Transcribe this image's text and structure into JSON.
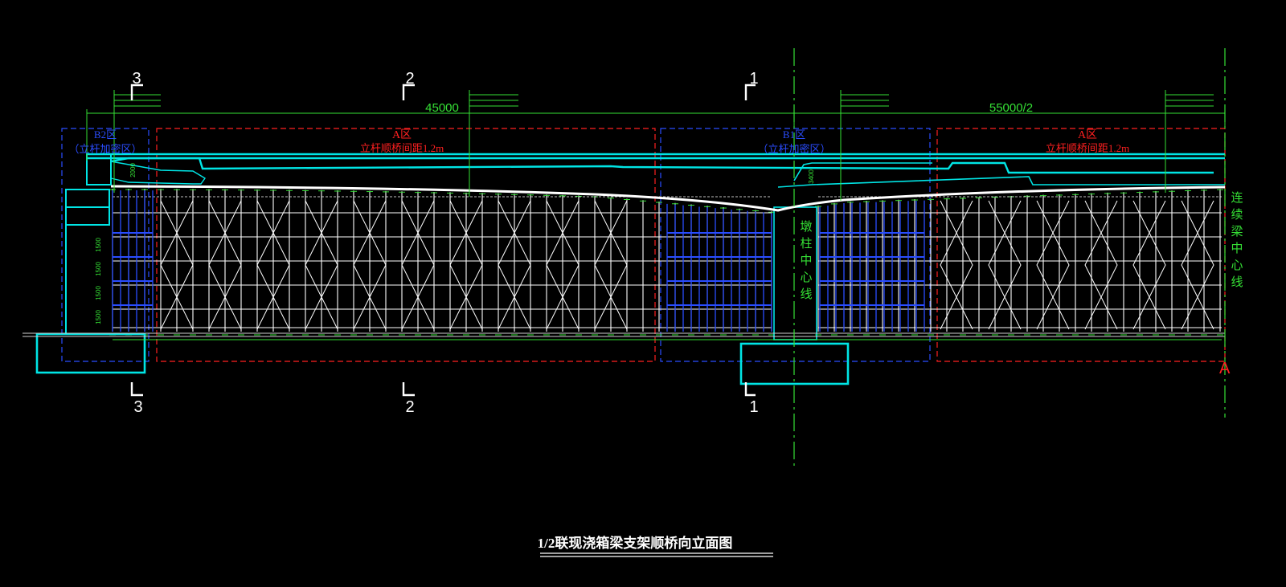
{
  "section_marks": {
    "s3": "3",
    "s2": "2",
    "s1": "1"
  },
  "dimensions": {
    "left_span": "45000",
    "right_span": "55000/2"
  },
  "zones": {
    "b2_name": "B2区",
    "b2_note": "（立杆加密区）",
    "a_left_name": "A区",
    "a_left_note": "立杆顺桥间距1.2m",
    "b1_name": "B1区",
    "b1_note": "（立杆加密区）",
    "a_right_name": "A区",
    "a_right_note": "立杆顺桥间距1.2m"
  },
  "vertical_labels": {
    "pier_center": "墩柱中心线",
    "beam_center": "连续梁中心线"
  },
  "small_dims": {
    "h2000": "2000",
    "h3400": "3400",
    "tier_dims": [
      "1500",
      "1500",
      "1500",
      "1500"
    ]
  },
  "section_letter": "A",
  "title": "1/2联现浇箱梁支架顺桥向立面图",
  "colors": {
    "background": "#000000",
    "structure": "#00e5e5",
    "scaffold": "#ffffff",
    "dense_zone": "#2a4dff",
    "a_zone_border": "#ff2020",
    "dimension": "#35e035"
  }
}
